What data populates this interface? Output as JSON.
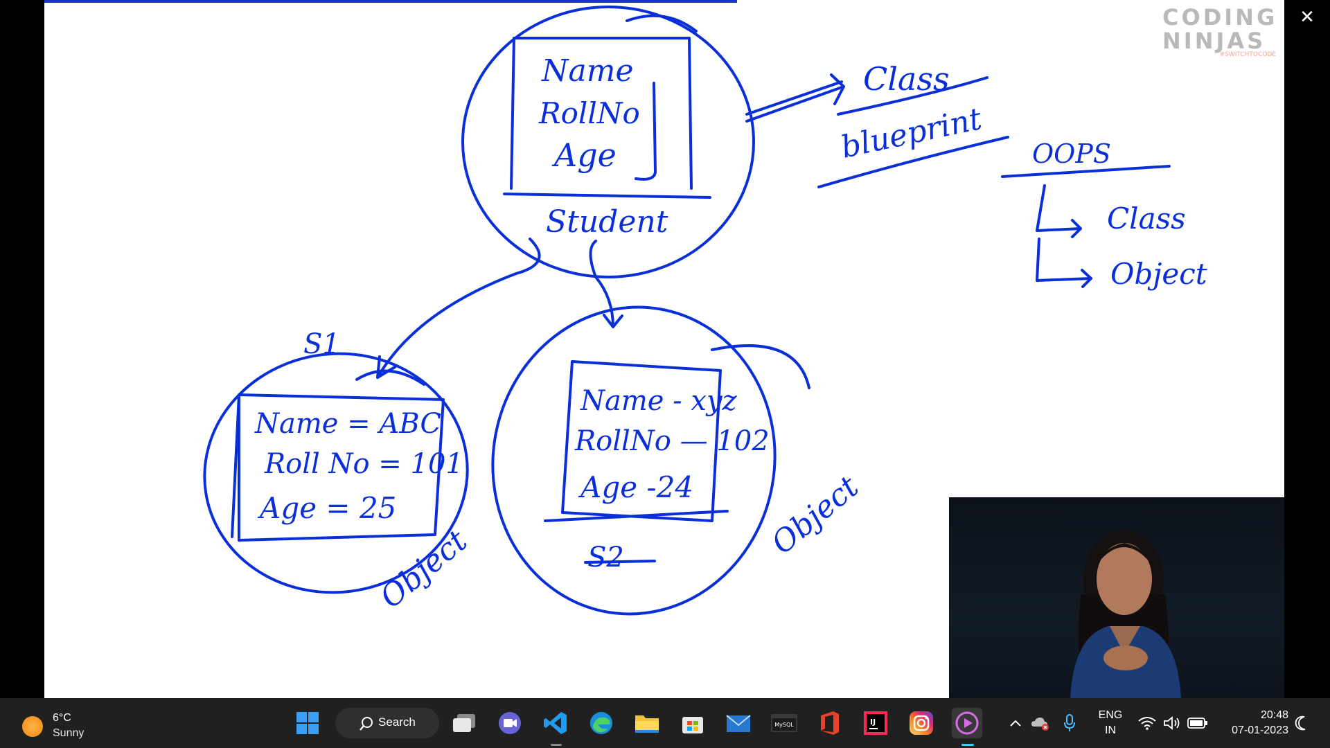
{
  "whiteboard": {
    "center_box": {
      "line1": "Name",
      "line2": "RollNo",
      "line3": "Age",
      "caption": "Student"
    },
    "left_box": {
      "line1": "Name = ABC",
      "line2": "Roll No = 101",
      "line3": "Age = 25",
      "ref_label": "S1",
      "side_label": "Object"
    },
    "right_box": {
      "line1": "Name - xyz",
      "line2": "RollNo — 102",
      "line3": "Age -24",
      "ref_label": "S2",
      "side_label": "Object"
    },
    "class_label": "Class",
    "blueprint_label": "blueprint",
    "oops": {
      "title": "OOPS",
      "item1": "Class",
      "item2": "Object"
    }
  },
  "logo": {
    "line1": "CODING",
    "line2": "NINJAS",
    "tag": "#SWITCHTOCODE"
  },
  "close_glyph": "✕",
  "taskbar": {
    "weather": {
      "temp": "6°C",
      "condition": "Sunny"
    },
    "search_label": "Search",
    "apps": [
      "windows-start",
      "task-view",
      "teams-meet",
      "vs-code",
      "edge",
      "file-explorer",
      "microsoft-store",
      "mail",
      "mysql",
      "office",
      "intellij",
      "instagram",
      "media-player"
    ],
    "mysql_label": "MySQL",
    "intellij_label": "IJ",
    "lang": {
      "top": "ENG",
      "bottom": "IN"
    },
    "time": "20:48",
    "date": "07-01-2023",
    "colors": {
      "taskbar": "#202020",
      "accent": "#4cc2ff",
      "ink": "#0a2fd8"
    }
  }
}
